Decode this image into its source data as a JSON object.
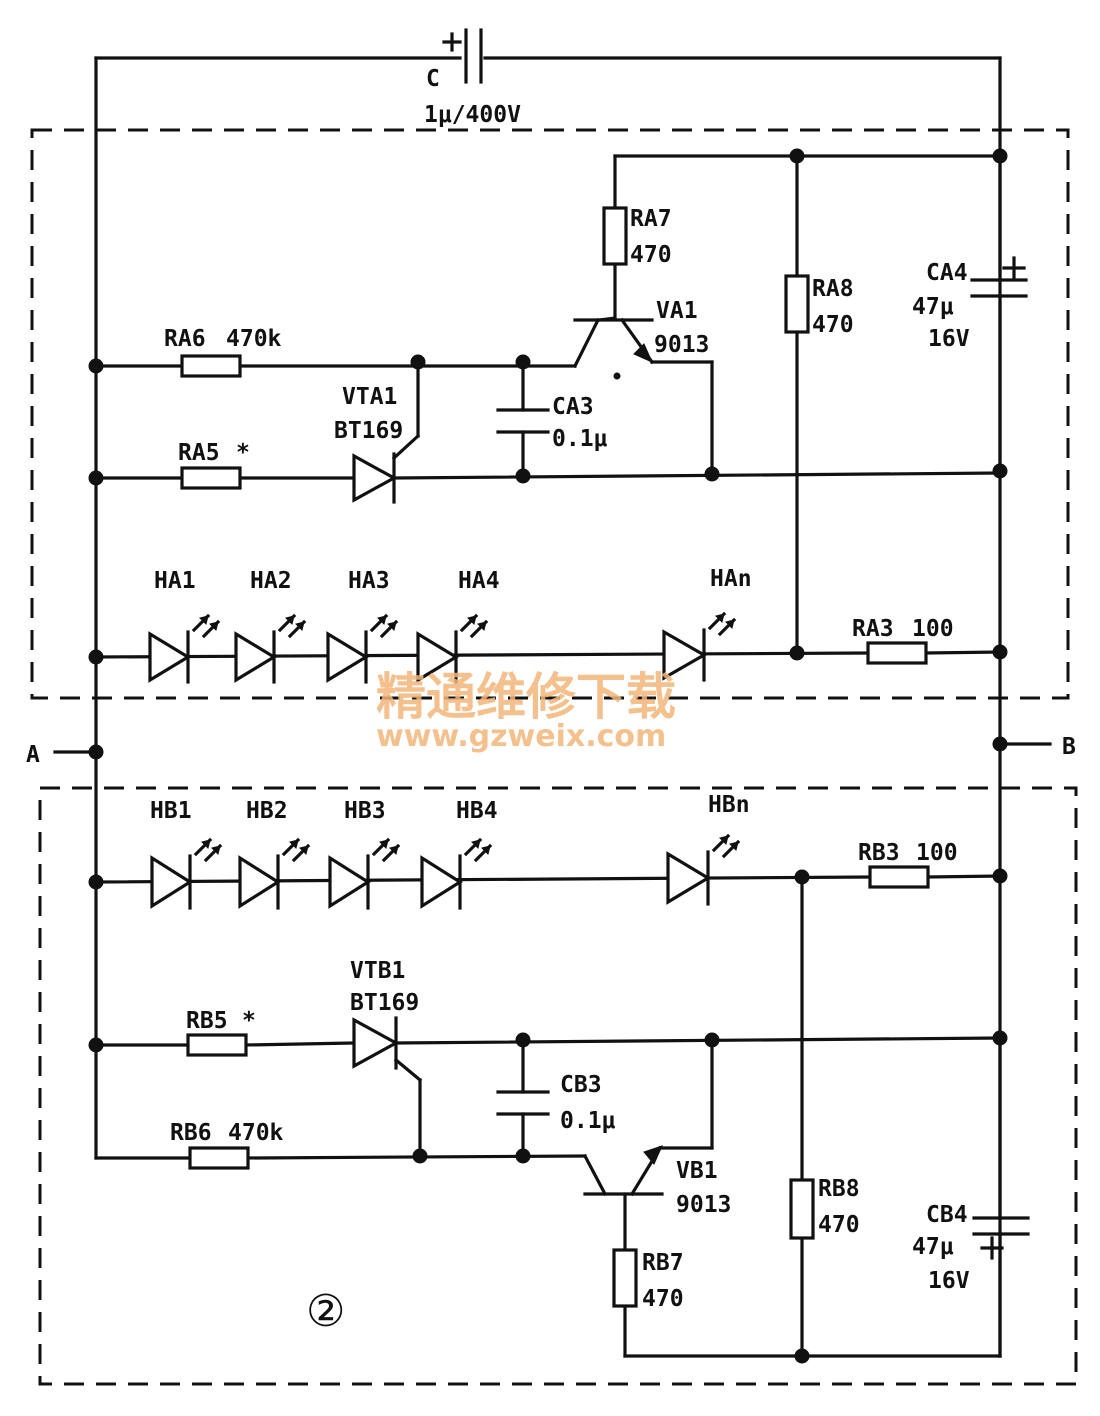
{
  "title_marker": "②",
  "terminals": {
    "a": "A",
    "b": "B"
  },
  "watermark": {
    "text_cn": "精通维修下载",
    "url": "www.gzweix.com"
  },
  "top_module": {
    "coupling_cap": {
      "name": "C",
      "value": "1μ/400V"
    },
    "resistors": [
      {
        "name": "RA7",
        "value": "470"
      },
      {
        "name": "RA8",
        "value": "470"
      },
      {
        "name": "RA6",
        "value": "470k"
      },
      {
        "name": "RA5",
        "value": "*"
      },
      {
        "name": "RA3",
        "value": "100"
      }
    ],
    "transistor": {
      "name": "VA1",
      "model": "9013"
    },
    "scr": {
      "name": "VTA1",
      "model": "BT169"
    },
    "capacitors": [
      {
        "name": "CA3",
        "value": "0.1μ"
      },
      {
        "name": "CA4",
        "value": "47μ",
        "voltage": "16V"
      }
    ],
    "leds": [
      "HA1",
      "HA2",
      "HA3",
      "HA4",
      "HAn"
    ]
  },
  "bottom_module": {
    "resistors": [
      {
        "name": "RB3",
        "value": "100"
      },
      {
        "name": "RB5",
        "value": "*"
      },
      {
        "name": "RB6",
        "value": "470k"
      },
      {
        "name": "RB7",
        "value": "470"
      },
      {
        "name": "RB8",
        "value": "470"
      }
    ],
    "transistor": {
      "name": "VB1",
      "model": "9013"
    },
    "scr": {
      "name": "VTB1",
      "model": "BT169"
    },
    "capacitors": [
      {
        "name": "CB3",
        "value": "0.1μ"
      },
      {
        "name": "CB4",
        "value": "47μ",
        "voltage": "16V"
      }
    ],
    "leds": [
      "HB1",
      "HB2",
      "HB3",
      "HB4",
      "HBn"
    ]
  }
}
